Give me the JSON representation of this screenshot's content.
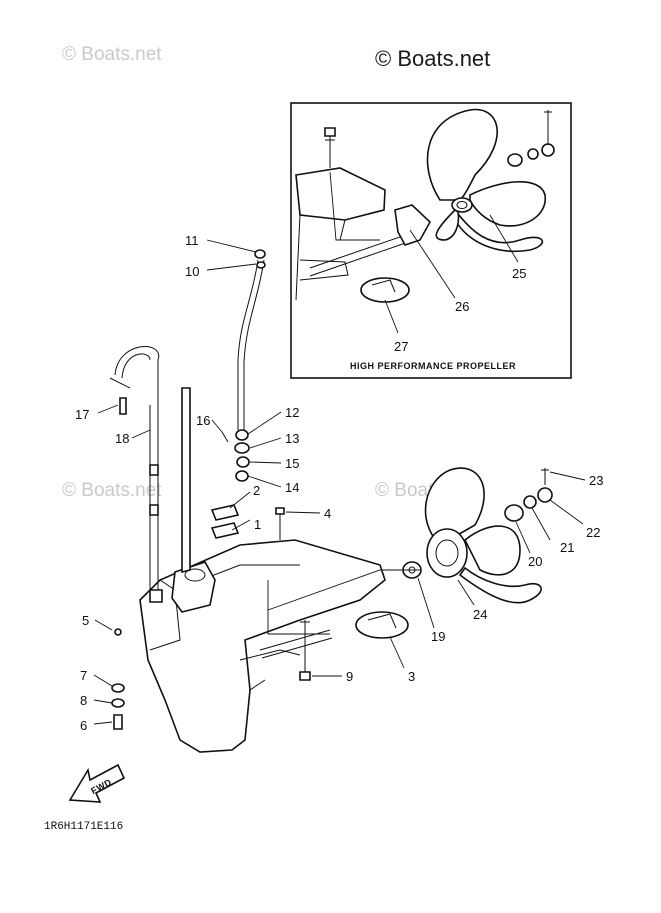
{
  "watermarks": {
    "top_left": "© Boats.net",
    "top_right": "© Boats.net",
    "mid_left": "© Boats.net",
    "mid_right": "© Boats.net"
  },
  "inset": {
    "caption": "HIGH PERFORMANCE PROPELLER"
  },
  "diagram_code": "1R6H1171E116",
  "fwd_label": "FWD",
  "callouts": {
    "c1": "1",
    "c2": "2",
    "c3": "3",
    "c4": "4",
    "c5": "5",
    "c6": "6",
    "c7": "7",
    "c8": "8",
    "c9": "9",
    "c10": "10",
    "c11": "11",
    "c12": "12",
    "c13": "13",
    "c14": "14",
    "c15": "15",
    "c16": "16",
    "c17": "17",
    "c18": "18",
    "c19": "19",
    "c20": "20",
    "c21": "21",
    "c22": "22",
    "c23": "23",
    "c24": "24",
    "c25": "25",
    "c26": "26",
    "c27": "27"
  }
}
